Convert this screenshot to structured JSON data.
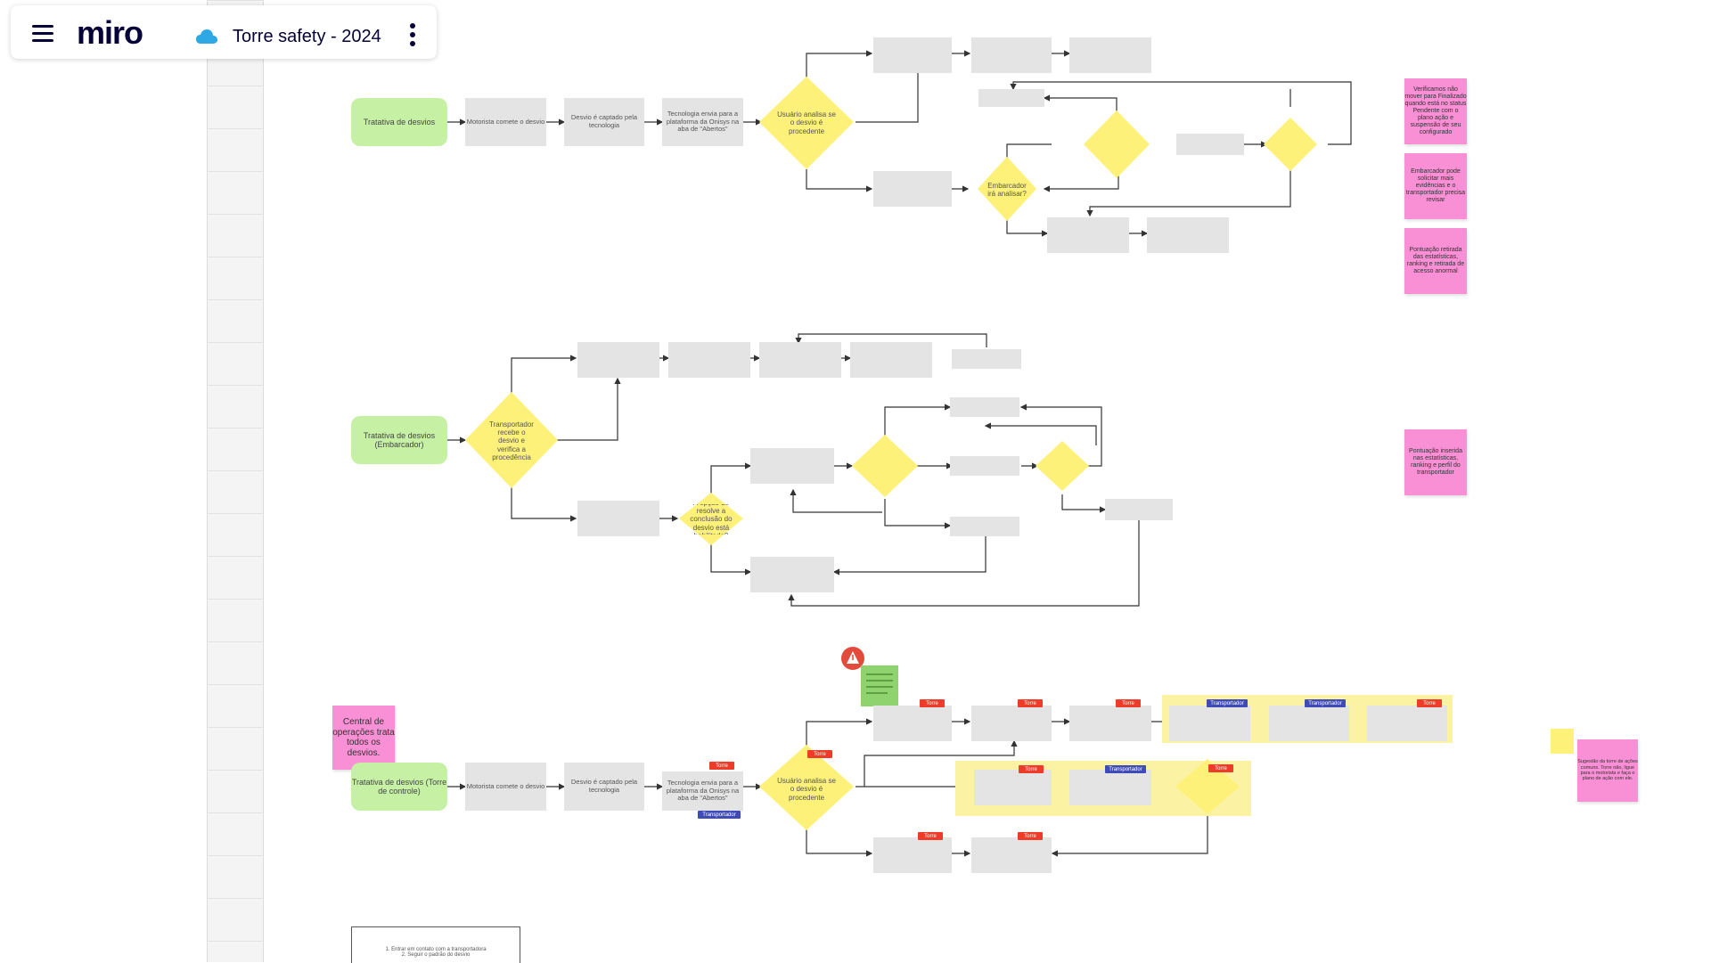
{
  "app": {
    "logo": "miro",
    "board_title": "Torre safety - 2024"
  },
  "icons": {
    "menu": "hamburger-menu-icon",
    "cloud": "cloud-icon",
    "more": "kebab-more-icon",
    "warning": "warning-icon"
  },
  "colors": {
    "green_start": "#c6f1a5",
    "process_gray": "#e4e4e4",
    "decision_yellow": "#fdf17a",
    "sticky_pink": "#f98fd5",
    "tag_torre": "#ee3b2a",
    "tag_transportador": "#3f4bb8",
    "cloud_blue": "#2ea8e5"
  },
  "flow1": {
    "start": "Tratativa de desvios",
    "step1": "Motorista comete o desvio",
    "step2": "Desvio é captado pela tecnologia",
    "step3": "Tecnologia envia para a plataforma da Onisys na aba de \"Abertos\"",
    "decision": "Usuário analisa se o desvio é procedente",
    "embarcador_decision": "Embarcador irá analisar?"
  },
  "flow2": {
    "start": "Tratativa de desvios (Embarcador)",
    "decision": "Transportador recebe o desvio e verifica a procedência",
    "decision2": "A opção de resolve a conclusão do desvio está habilitada?"
  },
  "flow3": {
    "start": "Tratativa de desvios (Torre de controle)",
    "step1": "Motorista comete o desvio",
    "step2": "Desvio é captado pela tecnologia",
    "step3": "Tecnologia envia para a plataforma da Onisys na aba de \"Abertos\"",
    "decision": "Usuário analisa se o desvio é procedente"
  },
  "stickies": {
    "pink1": "Verificamos não mover para Finalizado quando está no status Pendente com o plano ação e suspensão de seu configurado",
    "pink2": "Embarcador pode solicitar mais evidências e o transportador precisa revisar",
    "pink3": "Pontuação retirada das estatísticas, ranking e retirada de acesso anormal",
    "pink4": "Pontuação inserida nas estatísticas, ranking e perfil do transportador",
    "pink5": "Central de operações trata todos os desvios.",
    "pink6": "Sugestão da torre de ações comuns. Torre não, ligue para o motorista e faça o plano de ação com ele."
  },
  "tags": {
    "torre": "Torre",
    "transportador": "Transportador"
  },
  "bottom_note": {
    "line1": "1. Entrar em contato com a transportadora",
    "line2": "2. Seguir o padrão do desvio"
  }
}
